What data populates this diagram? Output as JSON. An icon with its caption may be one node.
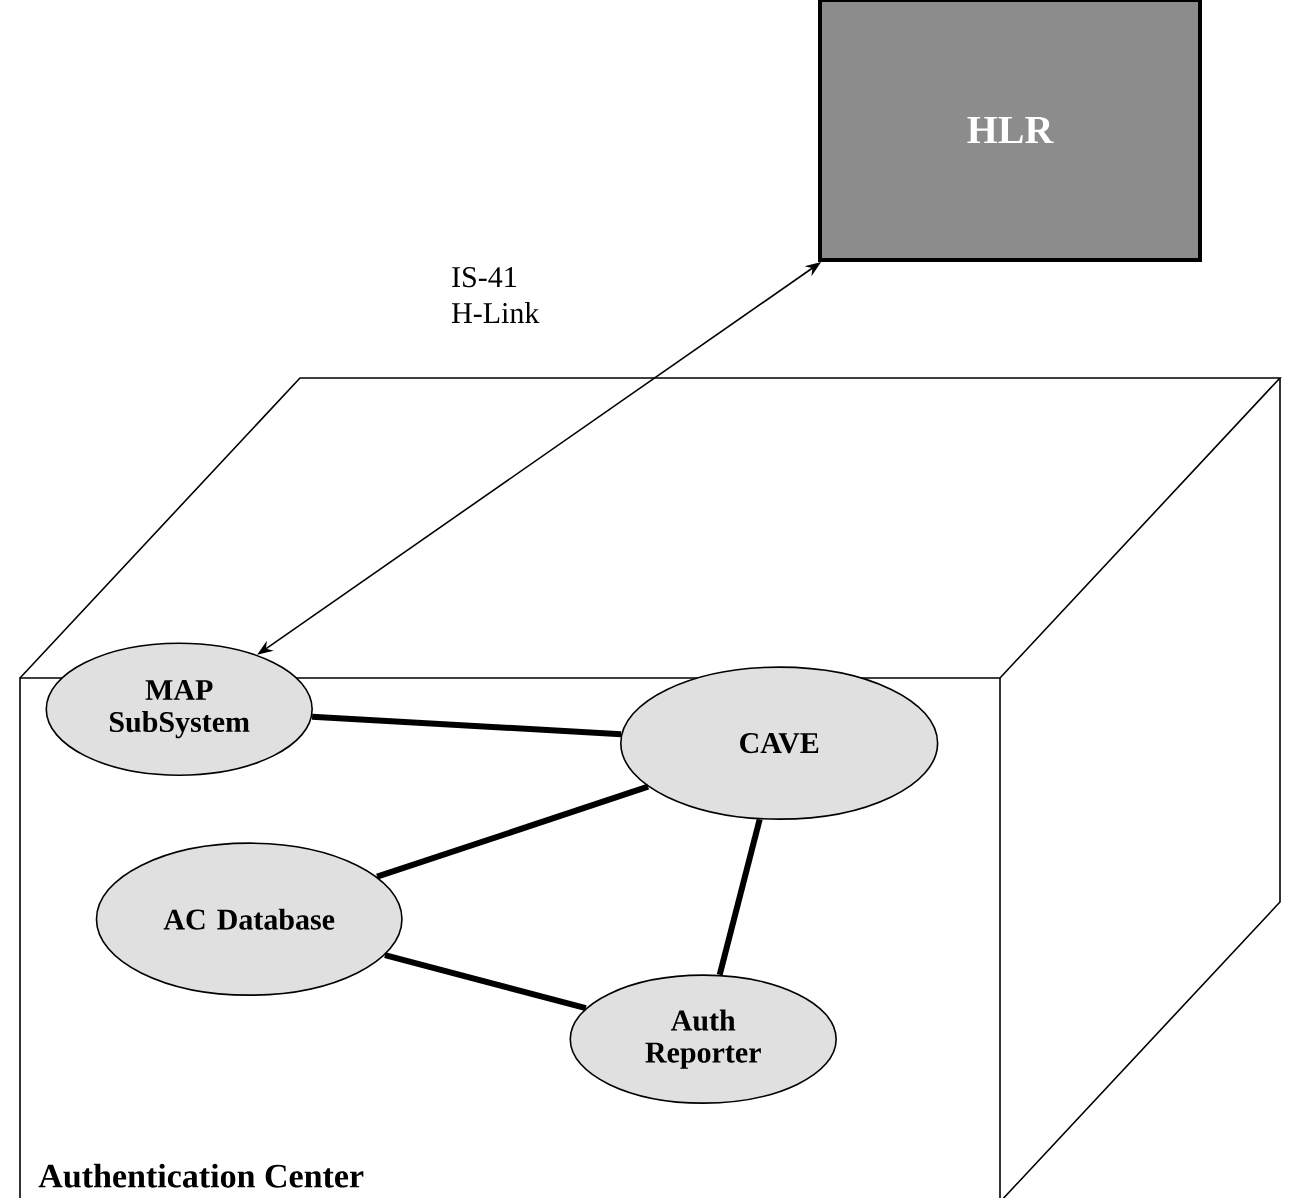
{
  "diagram": {
    "nodes": [
      {
        "text": [
          "HLR"
        ]
      },
      {
        "text": [
          "Authentication Center"
        ]
      },
      {
        "text": [
          "MAP SubSystem"
        ],
        "in": 1
      },
      {
        "text": [
          "CAVE"
        ],
        "in": 1
      },
      {
        "text": [
          "AC Database"
        ],
        "in": 1
      },
      {
        "text": [
          "Auth Reporter"
        ],
        "in": 1
      }
    ],
    "edges": [
      {
        "from": 0,
        "to": 2,
        "arrow": "both",
        "label": "IS-41 H-Link"
      },
      {
        "from": 2,
        "to": 3,
        "arrow": "none"
      },
      {
        "from": 3,
        "to": 4,
        "arrow": "none"
      },
      {
        "from": 3,
        "to": 5,
        "arrow": "none"
      },
      {
        "from": 4,
        "to": 5,
        "arrow": "none"
      }
    ]
  }
}
